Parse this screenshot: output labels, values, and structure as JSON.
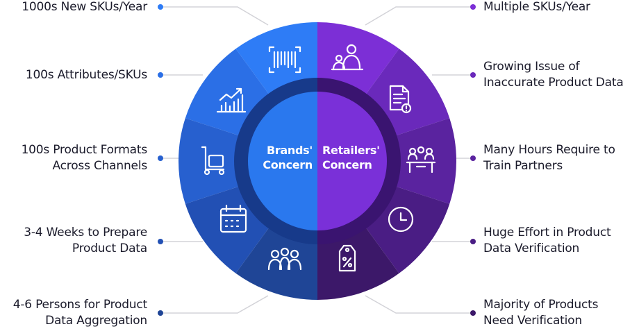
{
  "center": {
    "brands": [
      "Brands'",
      "Concern"
    ],
    "retailers": [
      "Retailers'",
      "Concern"
    ]
  },
  "brands_concerns": [
    {
      "lines": [
        "1000s New SKUs/Year"
      ],
      "icon": "barcode-icon",
      "dot_color": "#2e7cf6"
    },
    {
      "lines": [
        "100s Attributes/SKUs"
      ],
      "icon": "growth-chart-icon",
      "dot_color": "#2b6fe6"
    },
    {
      "lines": [
        "100s Product Formats",
        "Across Channels"
      ],
      "icon": "hand-truck-icon",
      "dot_color": "#2760cf"
    },
    {
      "lines": [
        "3-4 Weeks to Prepare",
        "Product Data"
      ],
      "icon": "calendar-icon",
      "dot_color": "#2250b4"
    },
    {
      "lines": [
        "4-6 Persons for Product",
        "Data Aggregation"
      ],
      "icon": "team-icon",
      "dot_color": "#1f4596"
    }
  ],
  "retailers_concerns": [
    {
      "lines": [
        "Multiple SKUs/Year"
      ],
      "icon": "meeting-presenter-icon",
      "dot_color": "#7c2fd6"
    },
    {
      "lines": [
        "Growing Issue of",
        "Inaccurate Product Data"
      ],
      "icon": "document-alert-icon",
      "dot_color": "#6a29bb"
    },
    {
      "lines": [
        "Many Hours Require to",
        "Train Partners"
      ],
      "icon": "training-group-icon",
      "dot_color": "#5a239f"
    },
    {
      "lines": [
        "Huge Effort in Product",
        "Data Verification"
      ],
      "icon": "clock-icon",
      "dot_color": "#4a1d84"
    },
    {
      "lines": [
        "Majority of Products",
        "Need Verification"
      ],
      "icon": "price-tag-percent-icon",
      "dot_color": "#3c1869"
    }
  ],
  "colors": {
    "brands_segments": [
      "#2e7cf6",
      "#2b6fe6",
      "#2760cf",
      "#2250b4",
      "#1f4596"
    ],
    "retailers_segments": [
      "#7c2fd6",
      "#6a29bb",
      "#5a239f",
      "#4a1d84",
      "#3c1869"
    ],
    "brands_ring": "#173a8a",
    "retailers_ring": "#3a1470",
    "brands_core": "#2a78ee",
    "retailers_core": "#7a30d8",
    "connector": "#d3d3d8"
  }
}
